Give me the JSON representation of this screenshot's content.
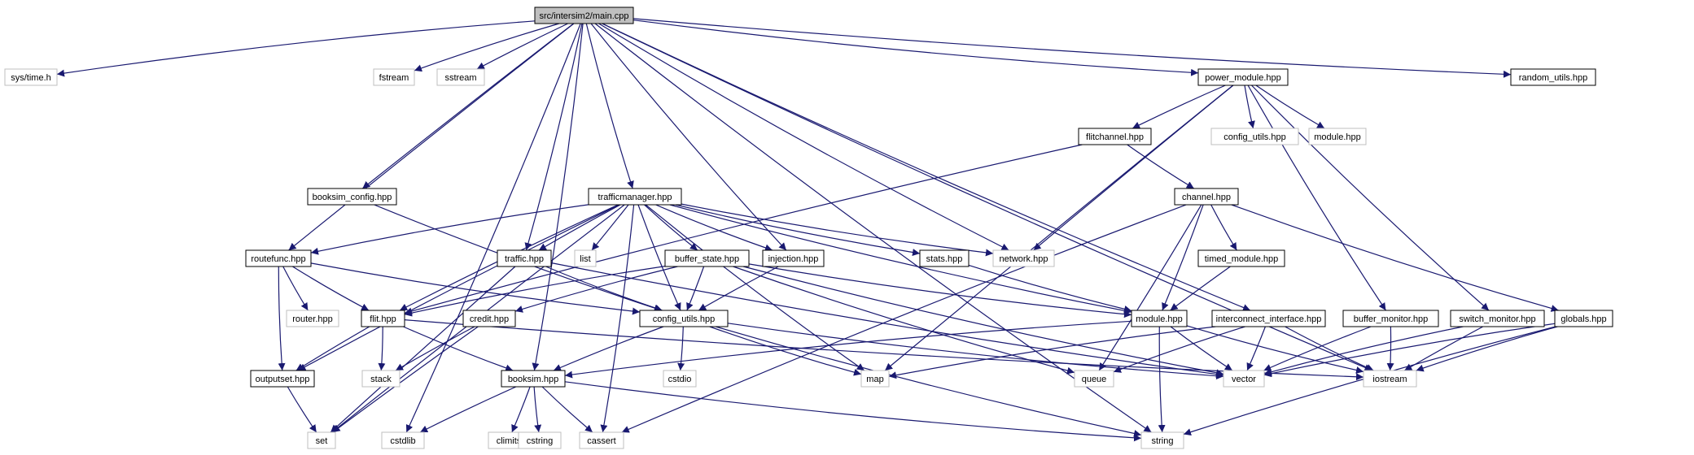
{
  "colors": {
    "edge": "#191970",
    "root_fill": "#bfbfbf",
    "system_border": "#bfbfbf",
    "node_border": "#000000"
  },
  "nodes": {
    "main_cpp": {
      "label": "src/intersim2/main.cpp",
      "kind": "root"
    },
    "sys_time": {
      "label": "sys/time.h",
      "kind": "system"
    },
    "fstream": {
      "label": "fstream",
      "kind": "system"
    },
    "sstream": {
      "label": "sstream",
      "kind": "system"
    },
    "power_module": {
      "label": "power_module.hpp",
      "kind": "project"
    },
    "random_utils": {
      "label": "random_utils.hpp",
      "kind": "project"
    },
    "flitchannel": {
      "label": "flitchannel.hpp",
      "kind": "project"
    },
    "config_utils_sys": {
      "label": "config_utils.hpp",
      "kind": "system"
    },
    "module_sys": {
      "label": "module.hpp",
      "kind": "system"
    },
    "booksim_config": {
      "label": "booksim_config.hpp",
      "kind": "project"
    },
    "trafficmanager": {
      "label": "trafficmanager.hpp",
      "kind": "project"
    },
    "channel": {
      "label": "channel.hpp",
      "kind": "project"
    },
    "routefunc": {
      "label": "routefunc.hpp",
      "kind": "project"
    },
    "traffic": {
      "label": "traffic.hpp",
      "kind": "project"
    },
    "list": {
      "label": "list",
      "kind": "system"
    },
    "buffer_state": {
      "label": "buffer_state.hpp",
      "kind": "project"
    },
    "injection": {
      "label": "injection.hpp",
      "kind": "project"
    },
    "stats": {
      "label": "stats.hpp",
      "kind": "project"
    },
    "network": {
      "label": "network.hpp",
      "kind": "system"
    },
    "timed_module": {
      "label": "timed_module.hpp",
      "kind": "project"
    },
    "router": {
      "label": "router.hpp",
      "kind": "system"
    },
    "flit": {
      "label": "flit.hpp",
      "kind": "project"
    },
    "credit": {
      "label": "credit.hpp",
      "kind": "project"
    },
    "config_utils": {
      "label": "config_utils.hpp",
      "kind": "project"
    },
    "module": {
      "label": "module.hpp",
      "kind": "project"
    },
    "interconnect_interface": {
      "label": "interconnect_interface.hpp",
      "kind": "project"
    },
    "buffer_monitor": {
      "label": "buffer_monitor.hpp",
      "kind": "project"
    },
    "switch_monitor": {
      "label": "switch_monitor.hpp",
      "kind": "project"
    },
    "globals": {
      "label": "globals.hpp",
      "kind": "project"
    },
    "outputset": {
      "label": "outputset.hpp",
      "kind": "project"
    },
    "stack": {
      "label": "stack",
      "kind": "system"
    },
    "booksim": {
      "label": "booksim.hpp",
      "kind": "project"
    },
    "cstdio": {
      "label": "cstdio",
      "kind": "system"
    },
    "map": {
      "label": "map",
      "kind": "system"
    },
    "queue": {
      "label": "queue",
      "kind": "system"
    },
    "vector": {
      "label": "vector",
      "kind": "system"
    },
    "iostream": {
      "label": "iostream",
      "kind": "system"
    },
    "set": {
      "label": "set",
      "kind": "system"
    },
    "cstdlib": {
      "label": "cstdlib",
      "kind": "system"
    },
    "climits": {
      "label": "climits",
      "kind": "system"
    },
    "cstring": {
      "label": "cstring",
      "kind": "system"
    },
    "cassert": {
      "label": "cassert",
      "kind": "system"
    },
    "string": {
      "label": "string",
      "kind": "system"
    }
  },
  "edges": [
    [
      "main_cpp",
      "sys_time"
    ],
    [
      "main_cpp",
      "fstream"
    ],
    [
      "main_cpp",
      "sstream"
    ],
    [
      "main_cpp",
      "power_module"
    ],
    [
      "main_cpp",
      "random_utils"
    ],
    [
      "main_cpp",
      "booksim_config"
    ],
    [
      "main_cpp",
      "trafficmanager"
    ],
    [
      "main_cpp",
      "routefunc"
    ],
    [
      "main_cpp",
      "traffic"
    ],
    [
      "main_cpp",
      "injection"
    ],
    [
      "main_cpp",
      "network"
    ],
    [
      "main_cpp",
      "interconnect_interface"
    ],
    [
      "main_cpp",
      "booksim"
    ],
    [
      "main_cpp",
      "cstdlib"
    ],
    [
      "main_cpp",
      "iostream"
    ],
    [
      "main_cpp",
      "string"
    ],
    [
      "power_module",
      "flitchannel"
    ],
    [
      "power_module",
      "config_utils_sys"
    ],
    [
      "power_module",
      "module_sys"
    ],
    [
      "power_module",
      "network"
    ],
    [
      "power_module",
      "map"
    ],
    [
      "power_module",
      "buffer_monitor"
    ],
    [
      "power_module",
      "switch_monitor"
    ],
    [
      "flitchannel",
      "channel"
    ],
    [
      "flitchannel",
      "flit"
    ],
    [
      "booksim_config",
      "config_utils"
    ],
    [
      "trafficmanager",
      "routefunc"
    ],
    [
      "trafficmanager",
      "traffic"
    ],
    [
      "trafficmanager",
      "list"
    ],
    [
      "trafficmanager",
      "buffer_state"
    ],
    [
      "trafficmanager",
      "injection"
    ],
    [
      "trafficmanager",
      "stats"
    ],
    [
      "trafficmanager",
      "network"
    ],
    [
      "trafficmanager",
      "flit"
    ],
    [
      "trafficmanager",
      "config_utils"
    ],
    [
      "trafficmanager",
      "module"
    ],
    [
      "trafficmanager",
      "outputset"
    ],
    [
      "trafficmanager",
      "map"
    ],
    [
      "trafficmanager",
      "set"
    ],
    [
      "trafficmanager",
      "cassert"
    ],
    [
      "channel",
      "timed_module"
    ],
    [
      "channel",
      "module"
    ],
    [
      "channel",
      "globals"
    ],
    [
      "channel",
      "queue"
    ],
    [
      "channel",
      "cassert"
    ],
    [
      "timed_module",
      "module"
    ],
    [
      "routefunc",
      "router"
    ],
    [
      "routefunc",
      "flit"
    ],
    [
      "routefunc",
      "outputset"
    ],
    [
      "routefunc",
      "config_utils"
    ],
    [
      "traffic",
      "config_utils"
    ],
    [
      "traffic",
      "vector"
    ],
    [
      "traffic",
      "set"
    ],
    [
      "buffer_state",
      "flit"
    ],
    [
      "buffer_state",
      "credit"
    ],
    [
      "buffer_state",
      "config_utils"
    ],
    [
      "buffer_state",
      "module"
    ],
    [
      "buffer_state",
      "vector"
    ],
    [
      "buffer_state",
      "queue"
    ],
    [
      "injection",
      "config_utils"
    ],
    [
      "stats",
      "module"
    ],
    [
      "flit",
      "outputset"
    ],
    [
      "flit",
      "stack"
    ],
    [
      "flit",
      "booksim"
    ],
    [
      "flit",
      "iostream"
    ],
    [
      "credit",
      "stack"
    ],
    [
      "credit",
      "set"
    ],
    [
      "config_utils",
      "booksim"
    ],
    [
      "config_utils",
      "cstdio"
    ],
    [
      "config_utils",
      "map"
    ],
    [
      "config_utils",
      "vector"
    ],
    [
      "config_utils",
      "string"
    ],
    [
      "module",
      "booksim"
    ],
    [
      "module",
      "vector"
    ],
    [
      "module",
      "iostream"
    ],
    [
      "module",
      "string"
    ],
    [
      "interconnect_interface",
      "map"
    ],
    [
      "interconnect_interface",
      "queue"
    ],
    [
      "interconnect_interface",
      "vector"
    ],
    [
      "interconnect_interface",
      "iostream"
    ],
    [
      "buffer_monitor",
      "vector"
    ],
    [
      "buffer_monitor",
      "iostream"
    ],
    [
      "switch_monitor",
      "vector"
    ],
    [
      "switch_monitor",
      "iostream"
    ],
    [
      "globals",
      "vector"
    ],
    [
      "globals",
      "iostream"
    ],
    [
      "globals",
      "string"
    ],
    [
      "outputset",
      "set"
    ],
    [
      "booksim",
      "cstdlib"
    ],
    [
      "booksim",
      "climits"
    ],
    [
      "booksim",
      "cstring"
    ],
    [
      "booksim",
      "cassert"
    ],
    [
      "booksim",
      "string"
    ]
  ]
}
